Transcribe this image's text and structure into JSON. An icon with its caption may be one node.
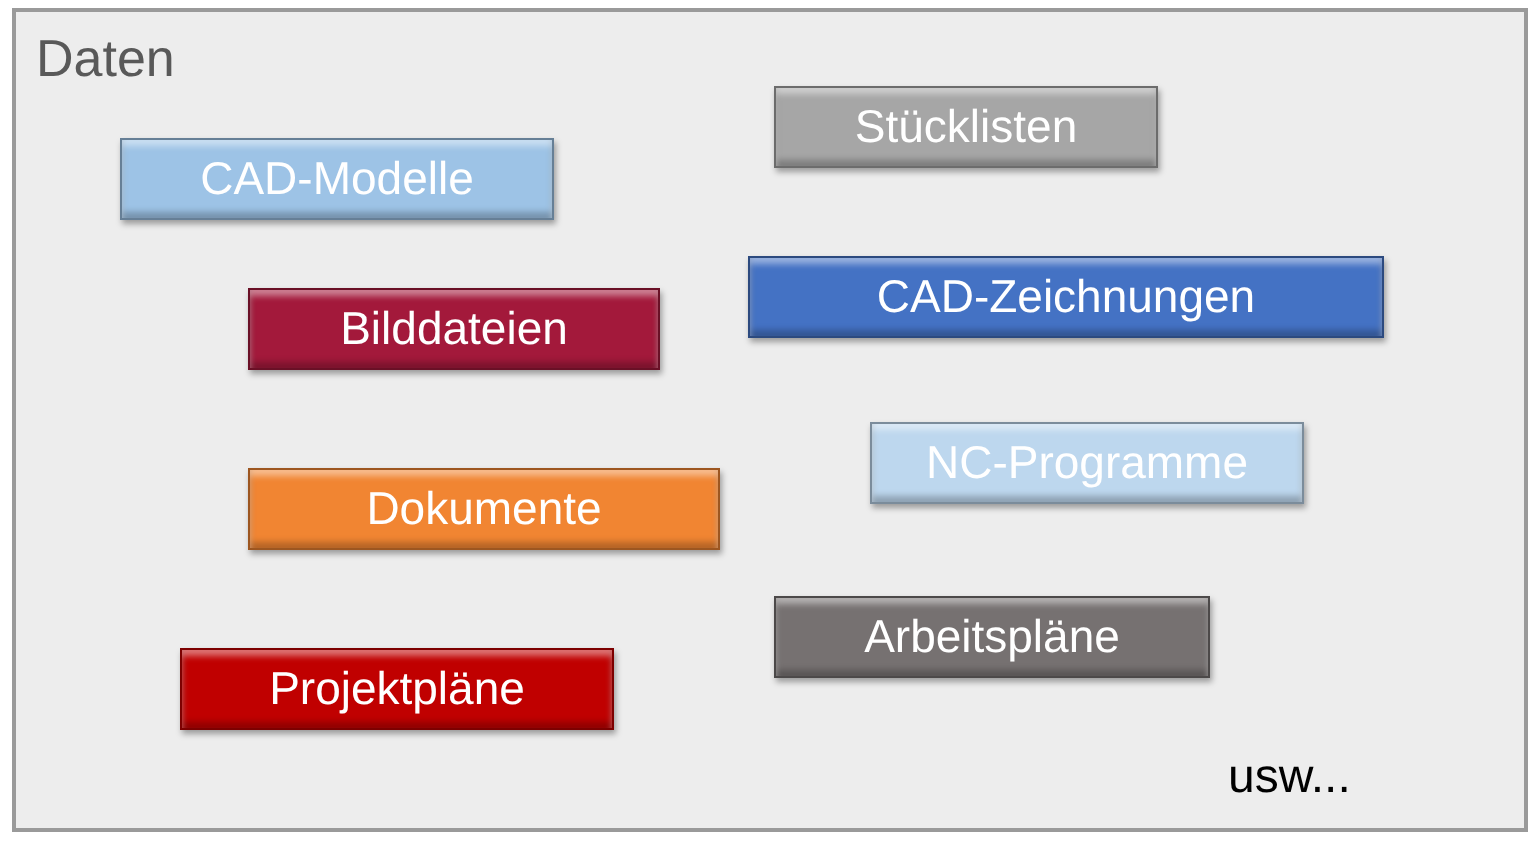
{
  "diagram": {
    "nodes": [
      {
        "text": [
          "Daten"
        ]
      },
      {
        "text": [
          "Stücklisten"
        ],
        "in": 0
      },
      {
        "text": [
          "CAD-Modelle"
        ],
        "in": 0
      },
      {
        "text": [
          "CAD-Zeichnungen"
        ],
        "in": 0
      },
      {
        "text": [
          "Bilddateien"
        ],
        "in": 0
      },
      {
        "text": [
          "NC-Programme"
        ],
        "in": 0
      },
      {
        "text": [
          "Dokumente"
        ],
        "in": 0
      },
      {
        "text": [
          "Arbeitspläne"
        ],
        "in": 0
      },
      {
        "text": [
          "Projektpläne"
        ],
        "in": 0
      }
    ],
    "labels": [
      "usw..."
    ]
  }
}
